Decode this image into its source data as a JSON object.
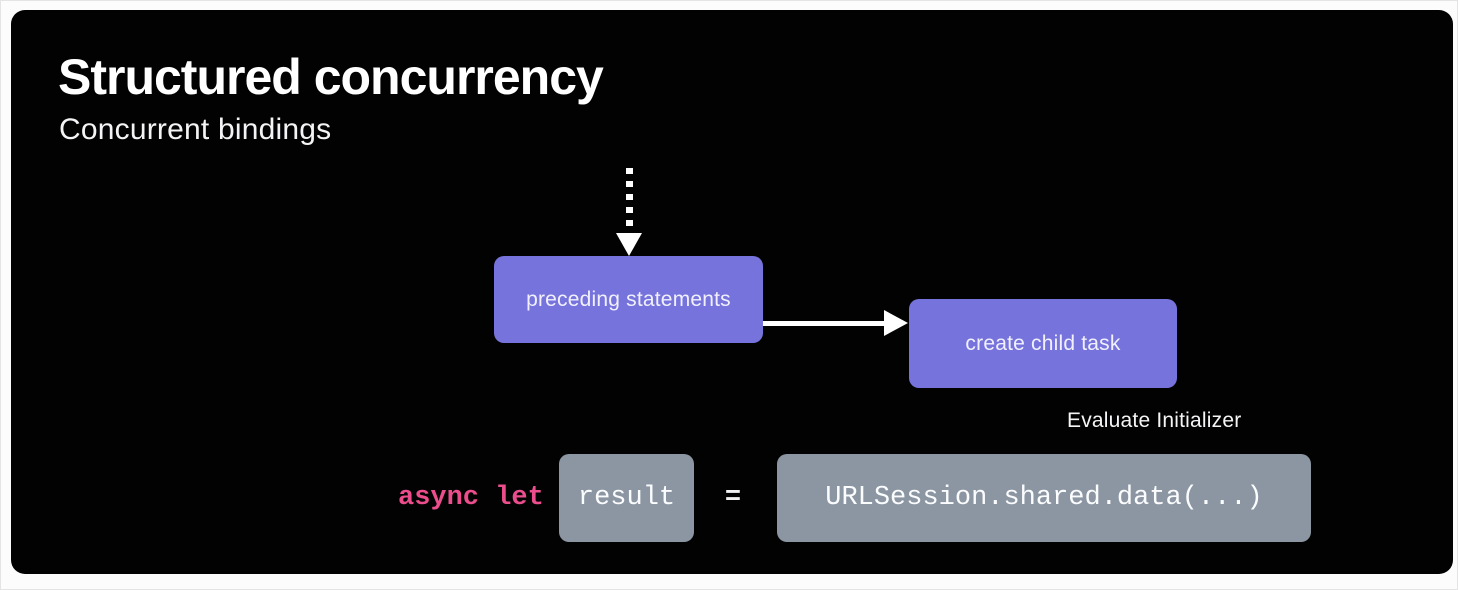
{
  "slide": {
    "title": "Structured concurrency",
    "subtitle": "Concurrent bindings"
  },
  "diagram": {
    "preceding_label": "preceding statements",
    "create_label": "create child task",
    "annotation": "Evaluate Initializer",
    "icons": {
      "incoming_flow": "dotted-down-arrow-icon",
      "flow_to_child": "right-arrow-icon"
    }
  },
  "code": {
    "keyword": "async let",
    "variable": "result",
    "equals": "=",
    "initializer": "URLSession.shared.data(...)"
  },
  "colors": {
    "slide_bg": "#020202",
    "node_purple": "#7674dc",
    "code_box_gray": "#8b96a2",
    "keyword_pink": "#ec4d8c",
    "arrow_white": "#ffffff"
  }
}
